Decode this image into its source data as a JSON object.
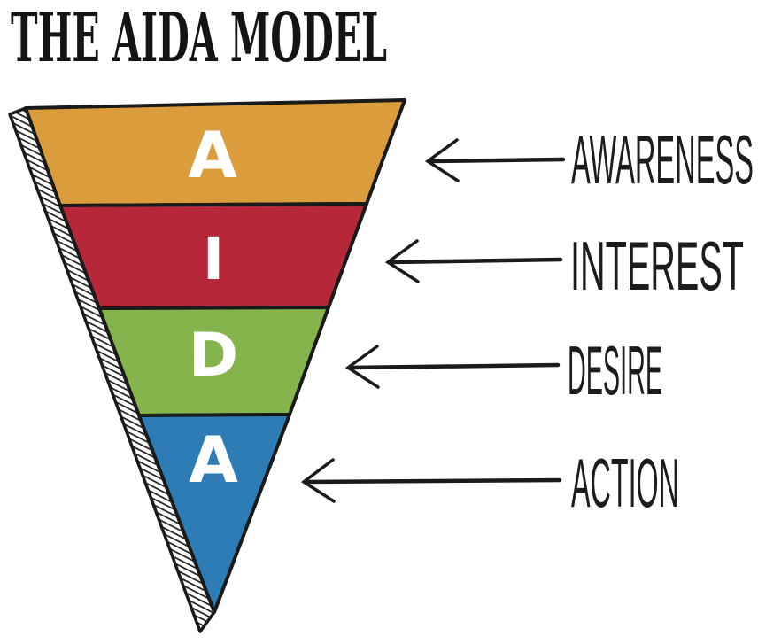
{
  "title": "THE AIDA MODEL",
  "background_color": "#FFFFFF",
  "funnel": {
    "outline_color": "#1A1A1A",
    "letter_color": "#FFFFFF",
    "stages": [
      {
        "letter": "A",
        "label": "AWARENESS",
        "color": "#DB9C3B"
      },
      {
        "letter": "I",
        "label": "INTEREST",
        "color": "#B7273A"
      },
      {
        "letter": "D",
        "label": "DESIRE",
        "color": "#84B44B"
      },
      {
        "letter": "A",
        "label": "ACTION",
        "color": "#2E7CB5"
      }
    ]
  }
}
